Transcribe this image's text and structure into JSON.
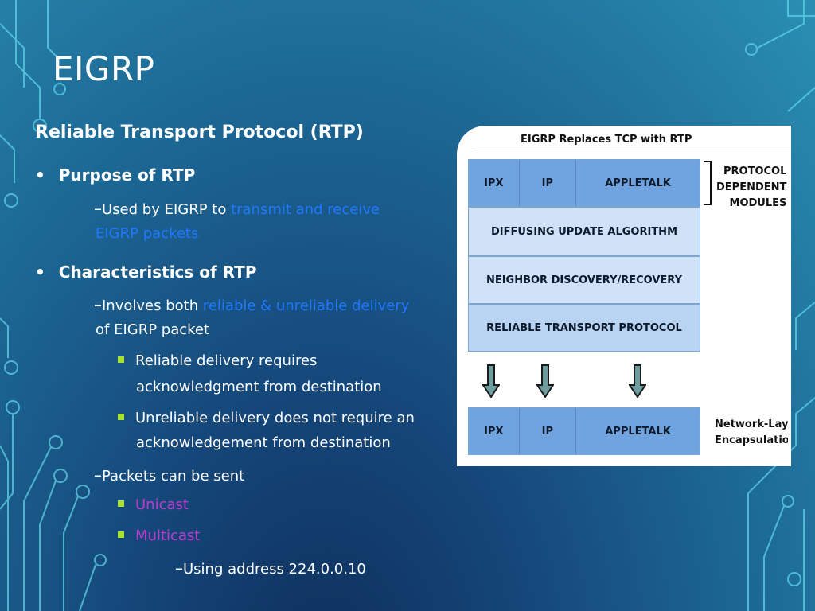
{
  "slide": {
    "title": "EIGRP",
    "section_heading": "Reliable Transport Protocol (RTP)"
  },
  "bullets": {
    "b1": {
      "marker": "•",
      "text": "Purpose of RTP"
    },
    "b1_sub": {
      "marker": "–",
      "prefix": "Used by EIGRP to ",
      "highlight": "transmit and receive",
      "line2": "EIGRP packets"
    },
    "b2": {
      "marker": "•",
      "text": "Characteristics of RTP"
    },
    "b2_sub1": {
      "marker": "–",
      "prefix": "Involves both ",
      "highlight": "reliable & unreliable delivery",
      "line2": "of EIGRP packet"
    },
    "b2_sub1_a": {
      "line1": "Reliable delivery requires",
      "line2": "acknowledgment from destination"
    },
    "b2_sub1_b": {
      "line1": "Unreliable delivery does not require an",
      "line2": "acknowledgement from destination"
    },
    "b2_sub2": {
      "marker": "–",
      "text": "Packets can be sent"
    },
    "b2_sub2_a": {
      "text": "Unicast"
    },
    "b2_sub2_b": {
      "text": "Multicast"
    },
    "b2_sub2_b_sub": {
      "marker": "–",
      "text": "Using address 224.0.0.10"
    }
  },
  "diagram": {
    "title": "EIGRP Replaces TCP with RTP",
    "top_row": [
      "IPX",
      "IP",
      "APPLETALK"
    ],
    "layers": [
      "DIFFUSING UPDATE ALGORITHM",
      "NEIGHBOR DISCOVERY/RECOVERY",
      "RELIABLE TRANSPORT PROTOCOL"
    ],
    "bottom_row": [
      "IPX",
      "IP",
      "APPLETALK"
    ],
    "pdm_label": [
      "PROTOCOL",
      "DEPENDENT",
      "MODULES"
    ],
    "network_label": [
      "Network-Layer",
      "Encapsulation"
    ]
  },
  "colors": {
    "accent_blue": "#1f78ff",
    "accent_purple": "#c03ad0",
    "bullet_square": "#a6e22e",
    "module_blue": "#6fa4e0",
    "layer_light": "#cfe2f7"
  }
}
